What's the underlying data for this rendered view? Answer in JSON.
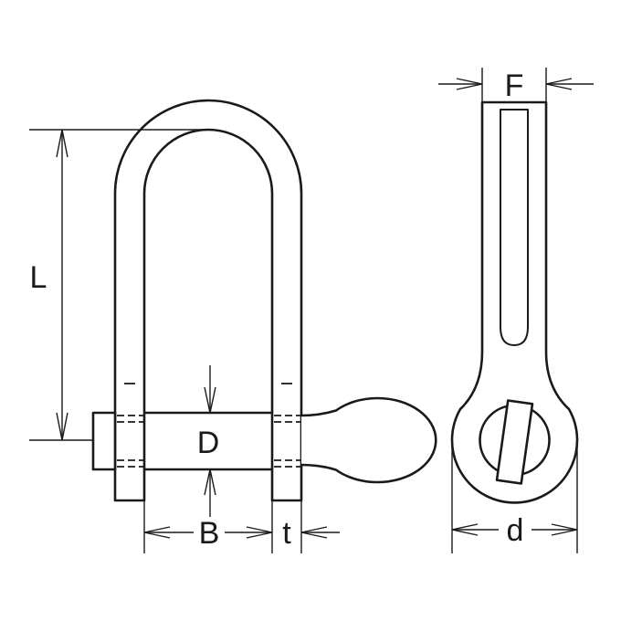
{
  "drawing": {
    "front_view": {
      "length_label": "L",
      "pin_diameter_label": "D",
      "inside_width_label": "B",
      "thickness_label": "t"
    },
    "side_view": {
      "body_width_label": "F",
      "eye_diameter_label": "d"
    }
  },
  "colors": {
    "line": "#1a1a1a",
    "background": "#ffffff"
  }
}
